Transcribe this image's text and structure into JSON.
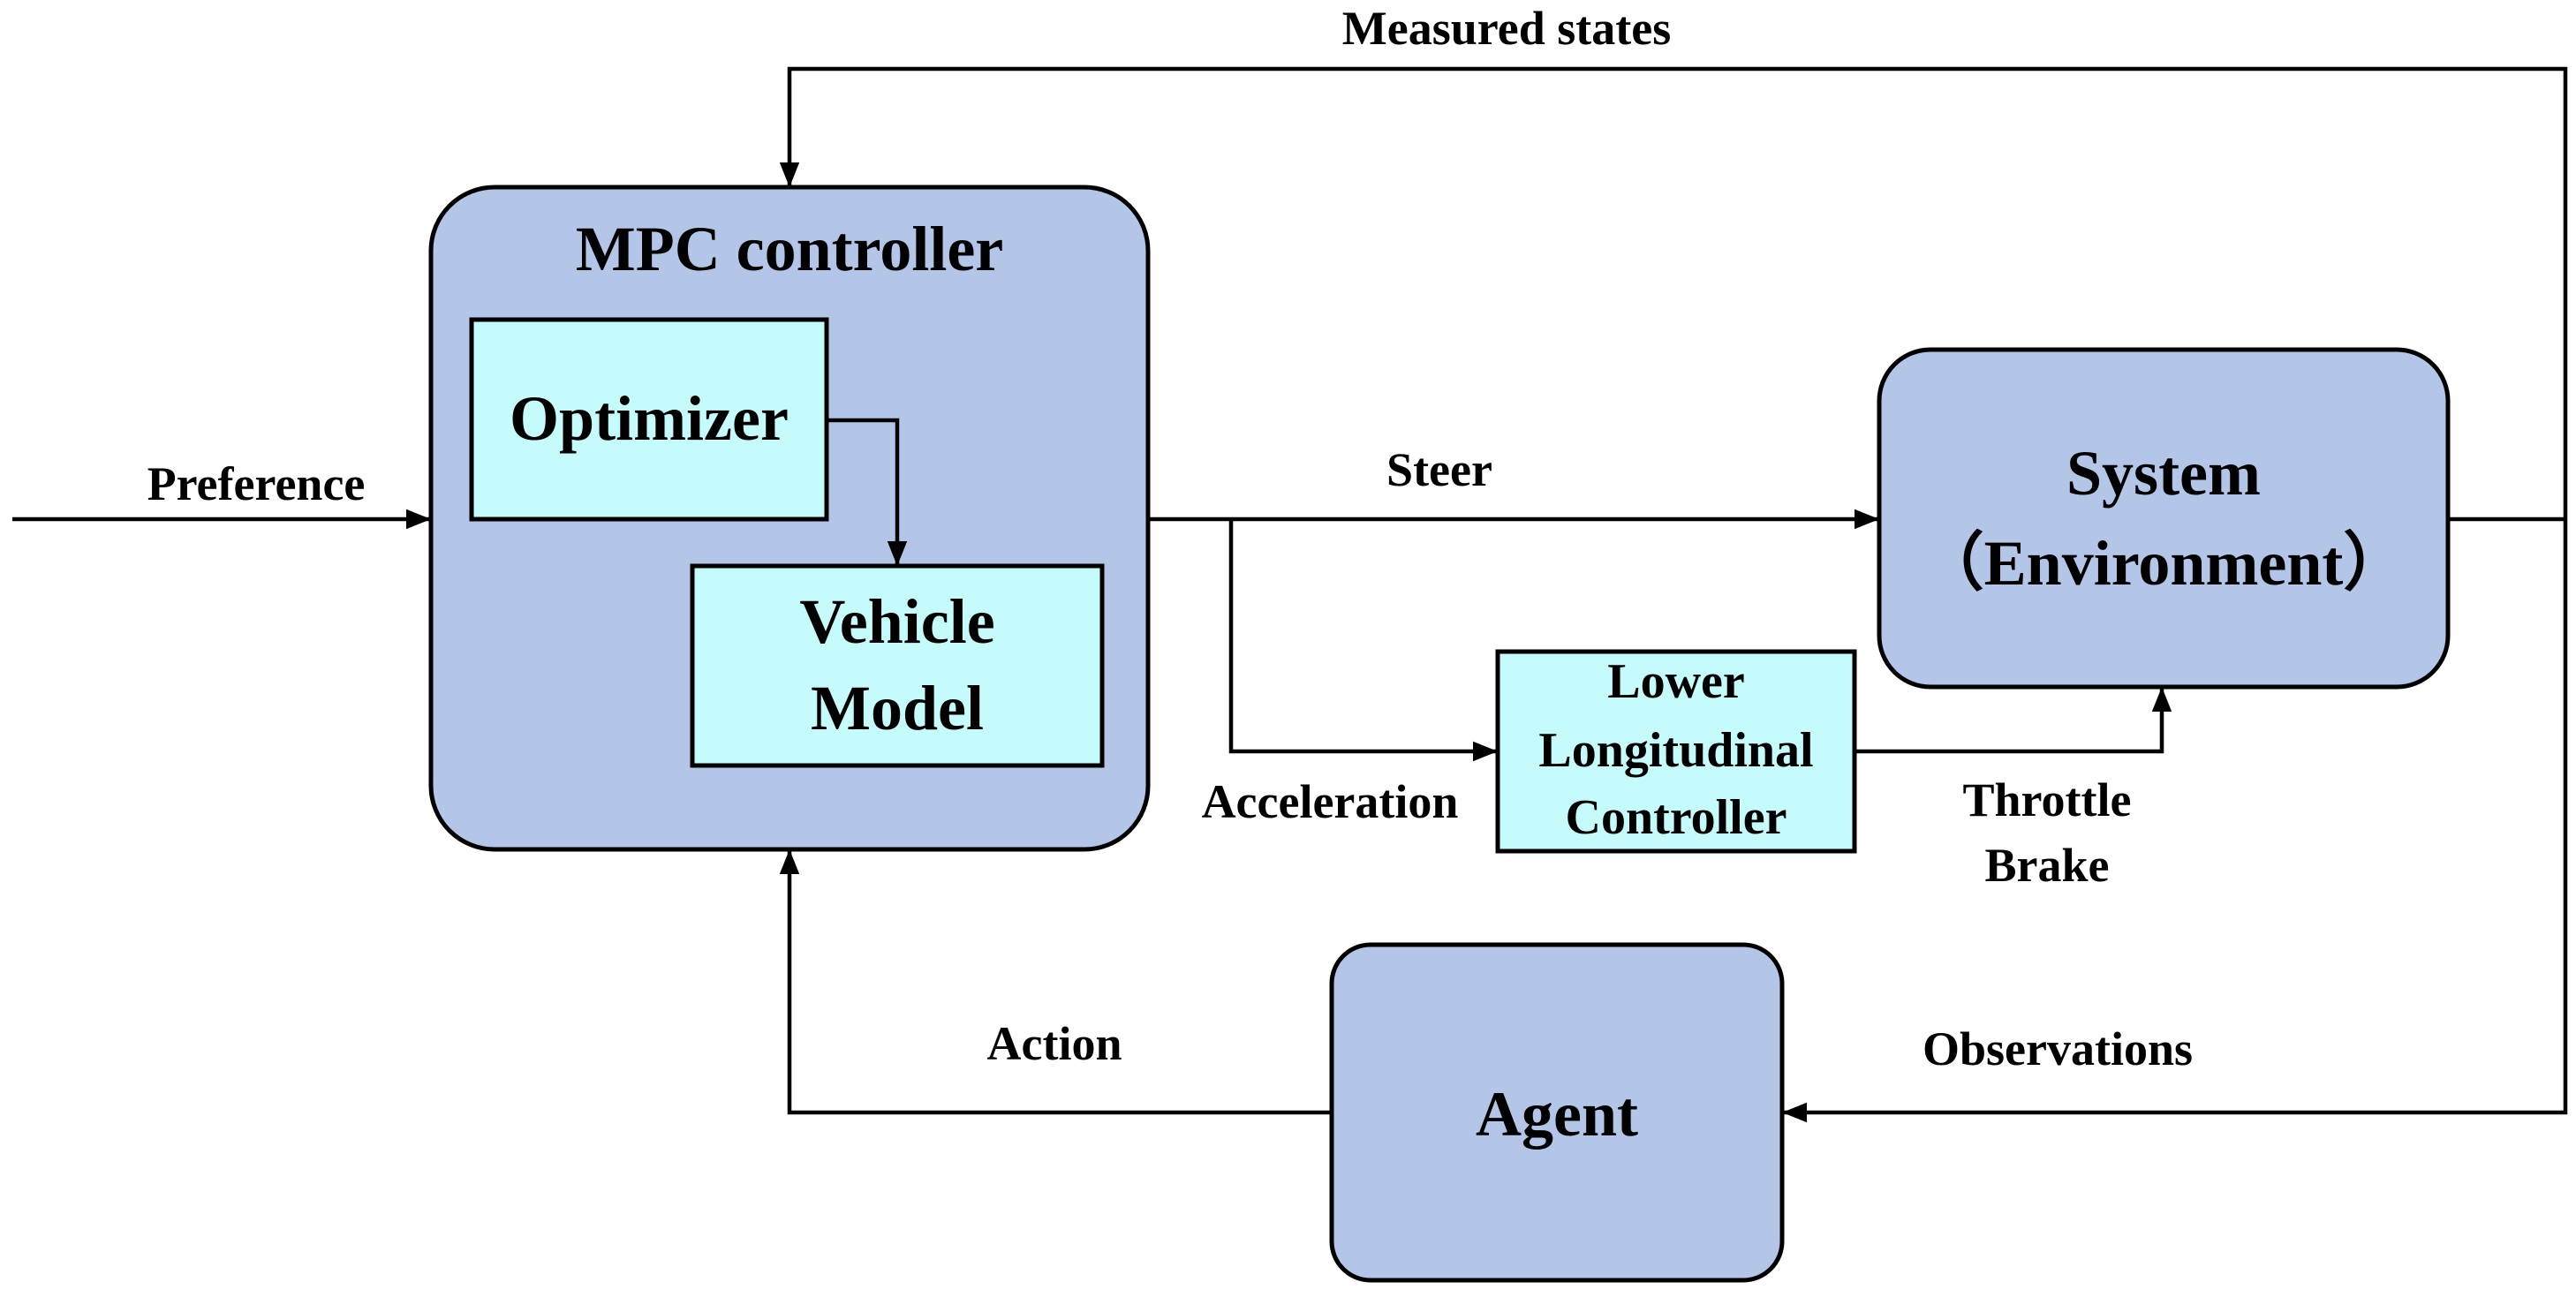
{
  "colors": {
    "outer_block_fill": "#b4c6e7",
    "inner_block_fill": "#c5fbfb",
    "line": "#000000"
  },
  "blocks": {
    "mpc_controller": {
      "title": "MPC controller"
    },
    "optimizer": {
      "label": "Optimizer"
    },
    "vehicle_model": {
      "line1": "Vehicle",
      "line2": "Model"
    },
    "system": {
      "line1": "System",
      "line2": "（Environment）"
    },
    "lower_controller": {
      "line1": "Lower",
      "line2": "Longitudinal",
      "line3": "Controller"
    },
    "agent": {
      "label": "Agent"
    }
  },
  "signals": {
    "measured_states": "Measured states",
    "preference": "Preference",
    "steer": "Steer",
    "acceleration": "Acceleration",
    "throttle": "Throttle",
    "brake": "Brake",
    "action": "Action",
    "observations": "Observations"
  }
}
